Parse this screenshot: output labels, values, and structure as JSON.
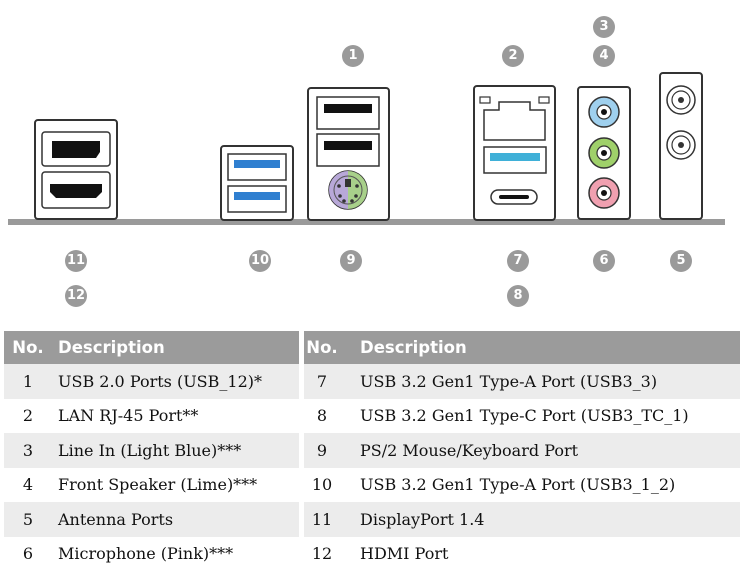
{
  "callouts": {
    "c1": "1",
    "c2": "2",
    "c3": "3",
    "c4": "4",
    "c5": "5",
    "c6": "6",
    "c7": "7",
    "c8": "8",
    "c9": "9",
    "c10": "10",
    "c11": "11",
    "c12": "12"
  },
  "table": {
    "header_no": "No.",
    "header_desc": "Description",
    "left_rows": [
      {
        "no": "1",
        "desc": "USB 2.0 Ports (USB_12)*"
      },
      {
        "no": "2",
        "desc": "LAN RJ-45 Port**"
      },
      {
        "no": "3",
        "desc": "Line In (Light Blue)***"
      },
      {
        "no": "4",
        "desc": "Front Speaker (Lime)***"
      },
      {
        "no": "5",
        "desc": "Antenna Ports"
      },
      {
        "no": "6",
        "desc": "Microphone (Pink)***"
      }
    ],
    "right_rows": [
      {
        "no": "7",
        "desc": "USB 3.2 Gen1 Type-A Port (USB3_3)"
      },
      {
        "no": "8",
        "desc": "USB 3.2 Gen1 Type-C Port (USB3_TC_1)"
      },
      {
        "no": "9",
        "desc": "PS/2 Mouse/Keyboard Port"
      },
      {
        "no": "10",
        "desc": "USB 3.2 Gen1 Type-A Port (USB3_1_2)"
      },
      {
        "no": "11",
        "desc": "DisplayPort 1.4"
      },
      {
        "no": "12",
        "desc": "HDMI Port"
      }
    ]
  },
  "colors": {
    "usb3_blue": "#2f7fd0",
    "line_in": "#9fd0ee",
    "speaker": "#9fd06a",
    "mic": "#f0a0b0",
    "ps2": "#a8d08a",
    "ps2_purple": "#b8a8d8",
    "callout_gray": "#9a9a9a"
  }
}
